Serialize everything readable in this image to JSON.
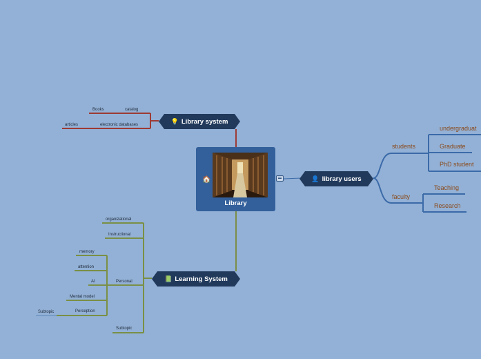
{
  "central": {
    "title": "Library"
  },
  "branches": {
    "library_system": {
      "label": "Library system",
      "icon": "lightbulb-icon",
      "color": "#9e3a34",
      "children": {
        "books": "Books",
        "catalog": "catalog",
        "articles": "articles",
        "electronic_databases": "electronic databases"
      }
    },
    "library_users": {
      "label": "library users",
      "icon": "person-icon",
      "color": "#3b6aa8",
      "children": {
        "students": "students",
        "undergraduate": "undergraduat",
        "graduate": "Graduate",
        "phd": "PhD student",
        "faculty": "faculty",
        "teaching": "Teaching",
        "research": "Research"
      }
    },
    "learning_system": {
      "label": "Learning System",
      "icon": "book-icon",
      "color": "#7a8f45",
      "children": {
        "organizational": "organizational",
        "instructional": "Instructional",
        "personal": "Personal",
        "memory": "memory",
        "attention": "attention",
        "ai": "AI",
        "mental_model": "Mental model",
        "perception": "Perception",
        "subtopic_perception": "Subtopic",
        "subtopic": "Subtopic"
      }
    }
  }
}
